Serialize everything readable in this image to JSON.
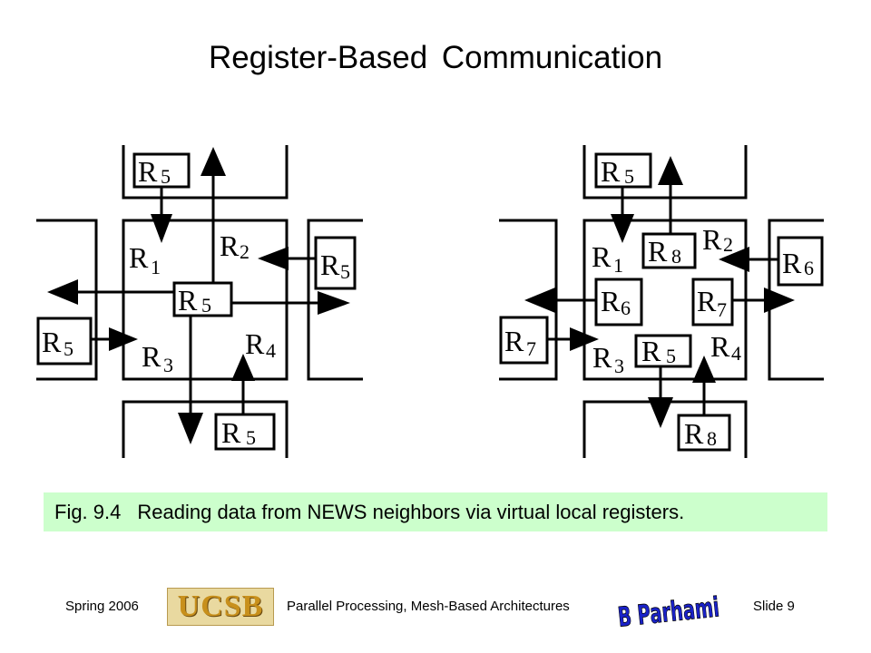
{
  "title": "Register-Based Communication",
  "left_diagram": {
    "top_box": {
      "letter": "R",
      "sub": "5"
    },
    "right_box": {
      "letter": "R",
      "sub": "5"
    },
    "left_box": {
      "letter": "R",
      "sub": "5"
    },
    "bottom_box": {
      "letter": "R",
      "sub": "5"
    },
    "center_box": {
      "letter": "R",
      "sub": "5"
    },
    "label_r1": {
      "letter": "R",
      "sub": "1"
    },
    "label_r2": {
      "letter": "R",
      "sub": "2"
    },
    "label_r3": {
      "letter": "R",
      "sub": "3"
    },
    "label_r4": {
      "letter": "R",
      "sub": "4"
    }
  },
  "right_diagram": {
    "top_box": {
      "letter": "R",
      "sub": "5"
    },
    "right_box": {
      "letter": "R",
      "sub": "6"
    },
    "left_box": {
      "letter": "R",
      "sub": "7"
    },
    "bottom_box": {
      "letter": "R",
      "sub": "8"
    },
    "inner_r8": {
      "letter": "R",
      "sub": "8"
    },
    "inner_r6": {
      "letter": "R",
      "sub": "6"
    },
    "inner_r7": {
      "letter": "R",
      "sub": "7"
    },
    "inner_r5": {
      "letter": "R",
      "sub": "5"
    },
    "label_r1": {
      "letter": "R",
      "sub": "1"
    },
    "label_r2": {
      "letter": "R",
      "sub": "2"
    },
    "label_r3": {
      "letter": "R",
      "sub": "3"
    },
    "label_r4": {
      "letter": "R",
      "sub": "4"
    }
  },
  "caption": {
    "figure": "Fig. 9.4",
    "text": "Reading data from NEWS neighbors via virtual local registers."
  },
  "footer": {
    "left": "Spring 2006",
    "logo_text": "UCSB",
    "center": "Parallel Processing, Mesh-Based Architectures",
    "author_logo_text": "B Parhami",
    "right": "Slide 9"
  },
  "colors": {
    "caption_bg": "#ccffcc",
    "ucsb_gold": "#c8901c",
    "author_logo_blue": "#1a22c8"
  }
}
